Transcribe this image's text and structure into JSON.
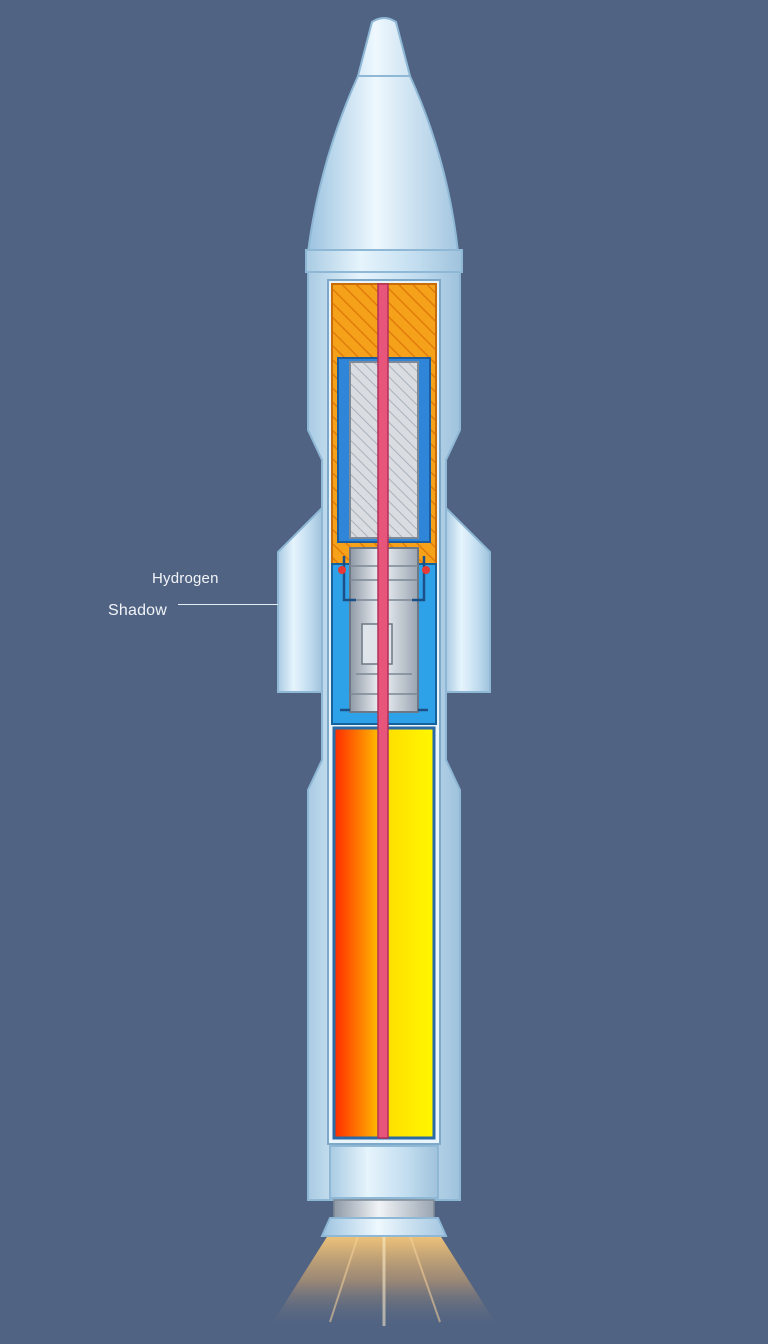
{
  "diagram": {
    "labels": {
      "hydrogen": "Hydrogen",
      "shadow": "Shadow"
    },
    "colors": {
      "background": "#506383",
      "hull": "#c9e3f4",
      "hull_edge": "#8fb8d6",
      "oxidizer_chamber": "#f39a12",
      "fuel_gradient_left": "#ff3a00",
      "fuel_gradient_right": "#fff200",
      "feed_line": "#e8557a",
      "coolant_jacket": "#2fa3e6",
      "exhaust_plume": "#f0a850"
    },
    "components": [
      "nose-cone",
      "upper-tank",
      "turbopump",
      "injector-assembly",
      "fuel-tank",
      "feed-line",
      "aft-bay",
      "nozzle",
      "exhaust-plume",
      "left-fin",
      "right-fin"
    ]
  }
}
